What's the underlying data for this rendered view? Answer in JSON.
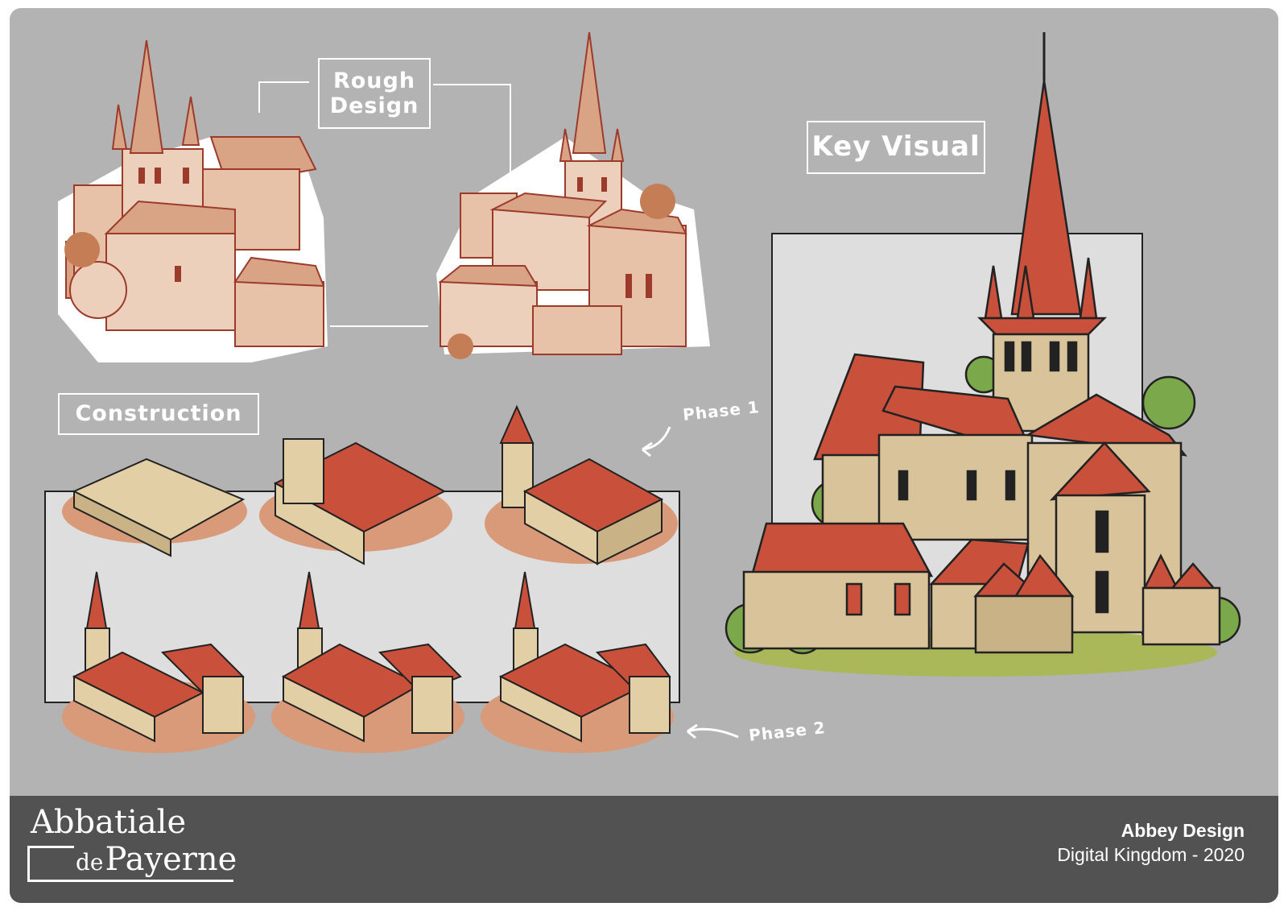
{
  "labels": {
    "rough_line1": "Rough",
    "rough_line2": "Design",
    "construction": "Construction",
    "key_visual": "Key Visual",
    "phase1": "Phase 1",
    "phase2": "Phase 2"
  },
  "footer": {
    "logo_line1": "Abbatiale",
    "logo_de": "de",
    "logo_line2": "Payerne",
    "title": "Abbey Design",
    "subtitle": "Digital Kingdom - 2020"
  },
  "colors": {
    "background": "#b3b3b3",
    "footer": "#525252",
    "sketch_fill": "#e8c2a8",
    "sketch_line": "#9c3b2c",
    "roof": "#c9503b",
    "stone": "#d8c39a",
    "bush": "#7aa84a",
    "grass": "#aab85a",
    "panel": "#dedede"
  }
}
